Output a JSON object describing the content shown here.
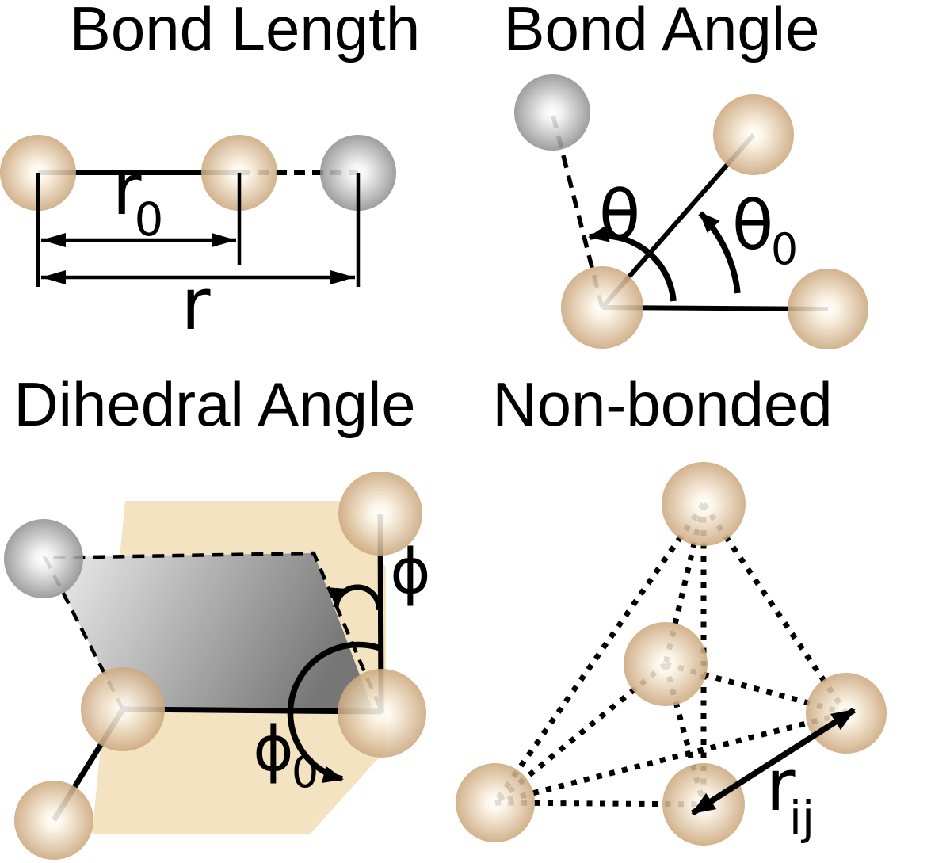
{
  "colors": {
    "background": "#FFFFFF",
    "atom_tan_edge": "#C9A478",
    "atom_highlight": "#FFFFFF",
    "atom_gray_edge": "#8C8C8C",
    "plane_beige": "#F4E3C0",
    "plane_gray_light": "#EFEFEF",
    "plane_gray_dark": "#767676",
    "line_black": "#000000"
  },
  "panels": {
    "bond_length": {
      "title": "Bond Length",
      "labels": {
        "r0_base": "r",
        "r0_sub": "0",
        "r_base": "r"
      }
    },
    "bond_angle": {
      "title": "Bond Angle",
      "labels": {
        "theta": "θ",
        "theta0_base": "θ",
        "theta0_sub": "0"
      }
    },
    "dihedral_angle": {
      "title": "Dihedral Angle",
      "labels": {
        "phi": "ϕ",
        "phi0_base": "ϕ",
        "phi0_sub": "0"
      }
    },
    "non_bonded": {
      "title": "Non-bonded",
      "labels": {
        "rij_base": "r",
        "rij_sub": "ij"
      }
    }
  }
}
